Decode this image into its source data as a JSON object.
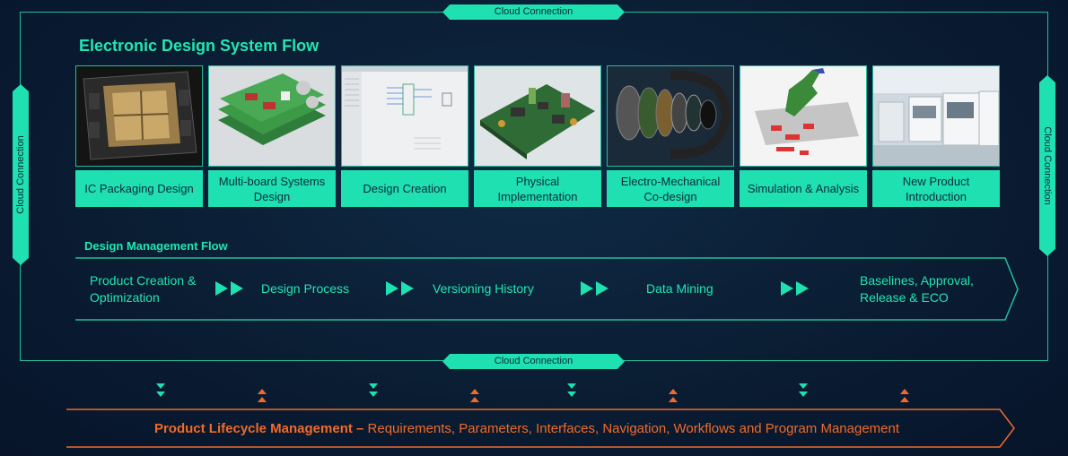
{
  "cloud_label": "Cloud Connection",
  "eds": {
    "title": "Electronic Design System Flow",
    "steps": [
      {
        "label": "IC Packaging Design",
        "image": "ic-package-photo"
      },
      {
        "label": "Multi-board Systems Design",
        "image": "multi-board-stack-photo"
      },
      {
        "label": "Design Creation",
        "image": "schematic-screenshot"
      },
      {
        "label": "Physical Implementation",
        "image": "pcb-3d-render"
      },
      {
        "label": "Electro-Mechanical Co-design",
        "image": "smartwatch-exploded-view"
      },
      {
        "label": "Simulation & Analysis",
        "image": "simulation-plot"
      },
      {
        "label": "New Product Introduction",
        "image": "factory-line-photo"
      }
    ]
  },
  "dm": {
    "title": "Design Management Flow",
    "items": [
      {
        "label": "Product Creation & Optimization"
      },
      {
        "label": "Design Process"
      },
      {
        "label": "Versioning History"
      },
      {
        "label": "Data Mining"
      },
      {
        "label": "Baselines, Approval, Release & ECO"
      }
    ]
  },
  "plm": {
    "bold": "Product Lifecycle Management –",
    "rest": " Requirements, Parameters, Interfaces, Navigation, Workflows and Program Management"
  },
  "colors": {
    "accent": "#1ee0b0",
    "accent_text": "#22e6b2",
    "plm": "#f06a2a",
    "background": "#0a1d33"
  }
}
